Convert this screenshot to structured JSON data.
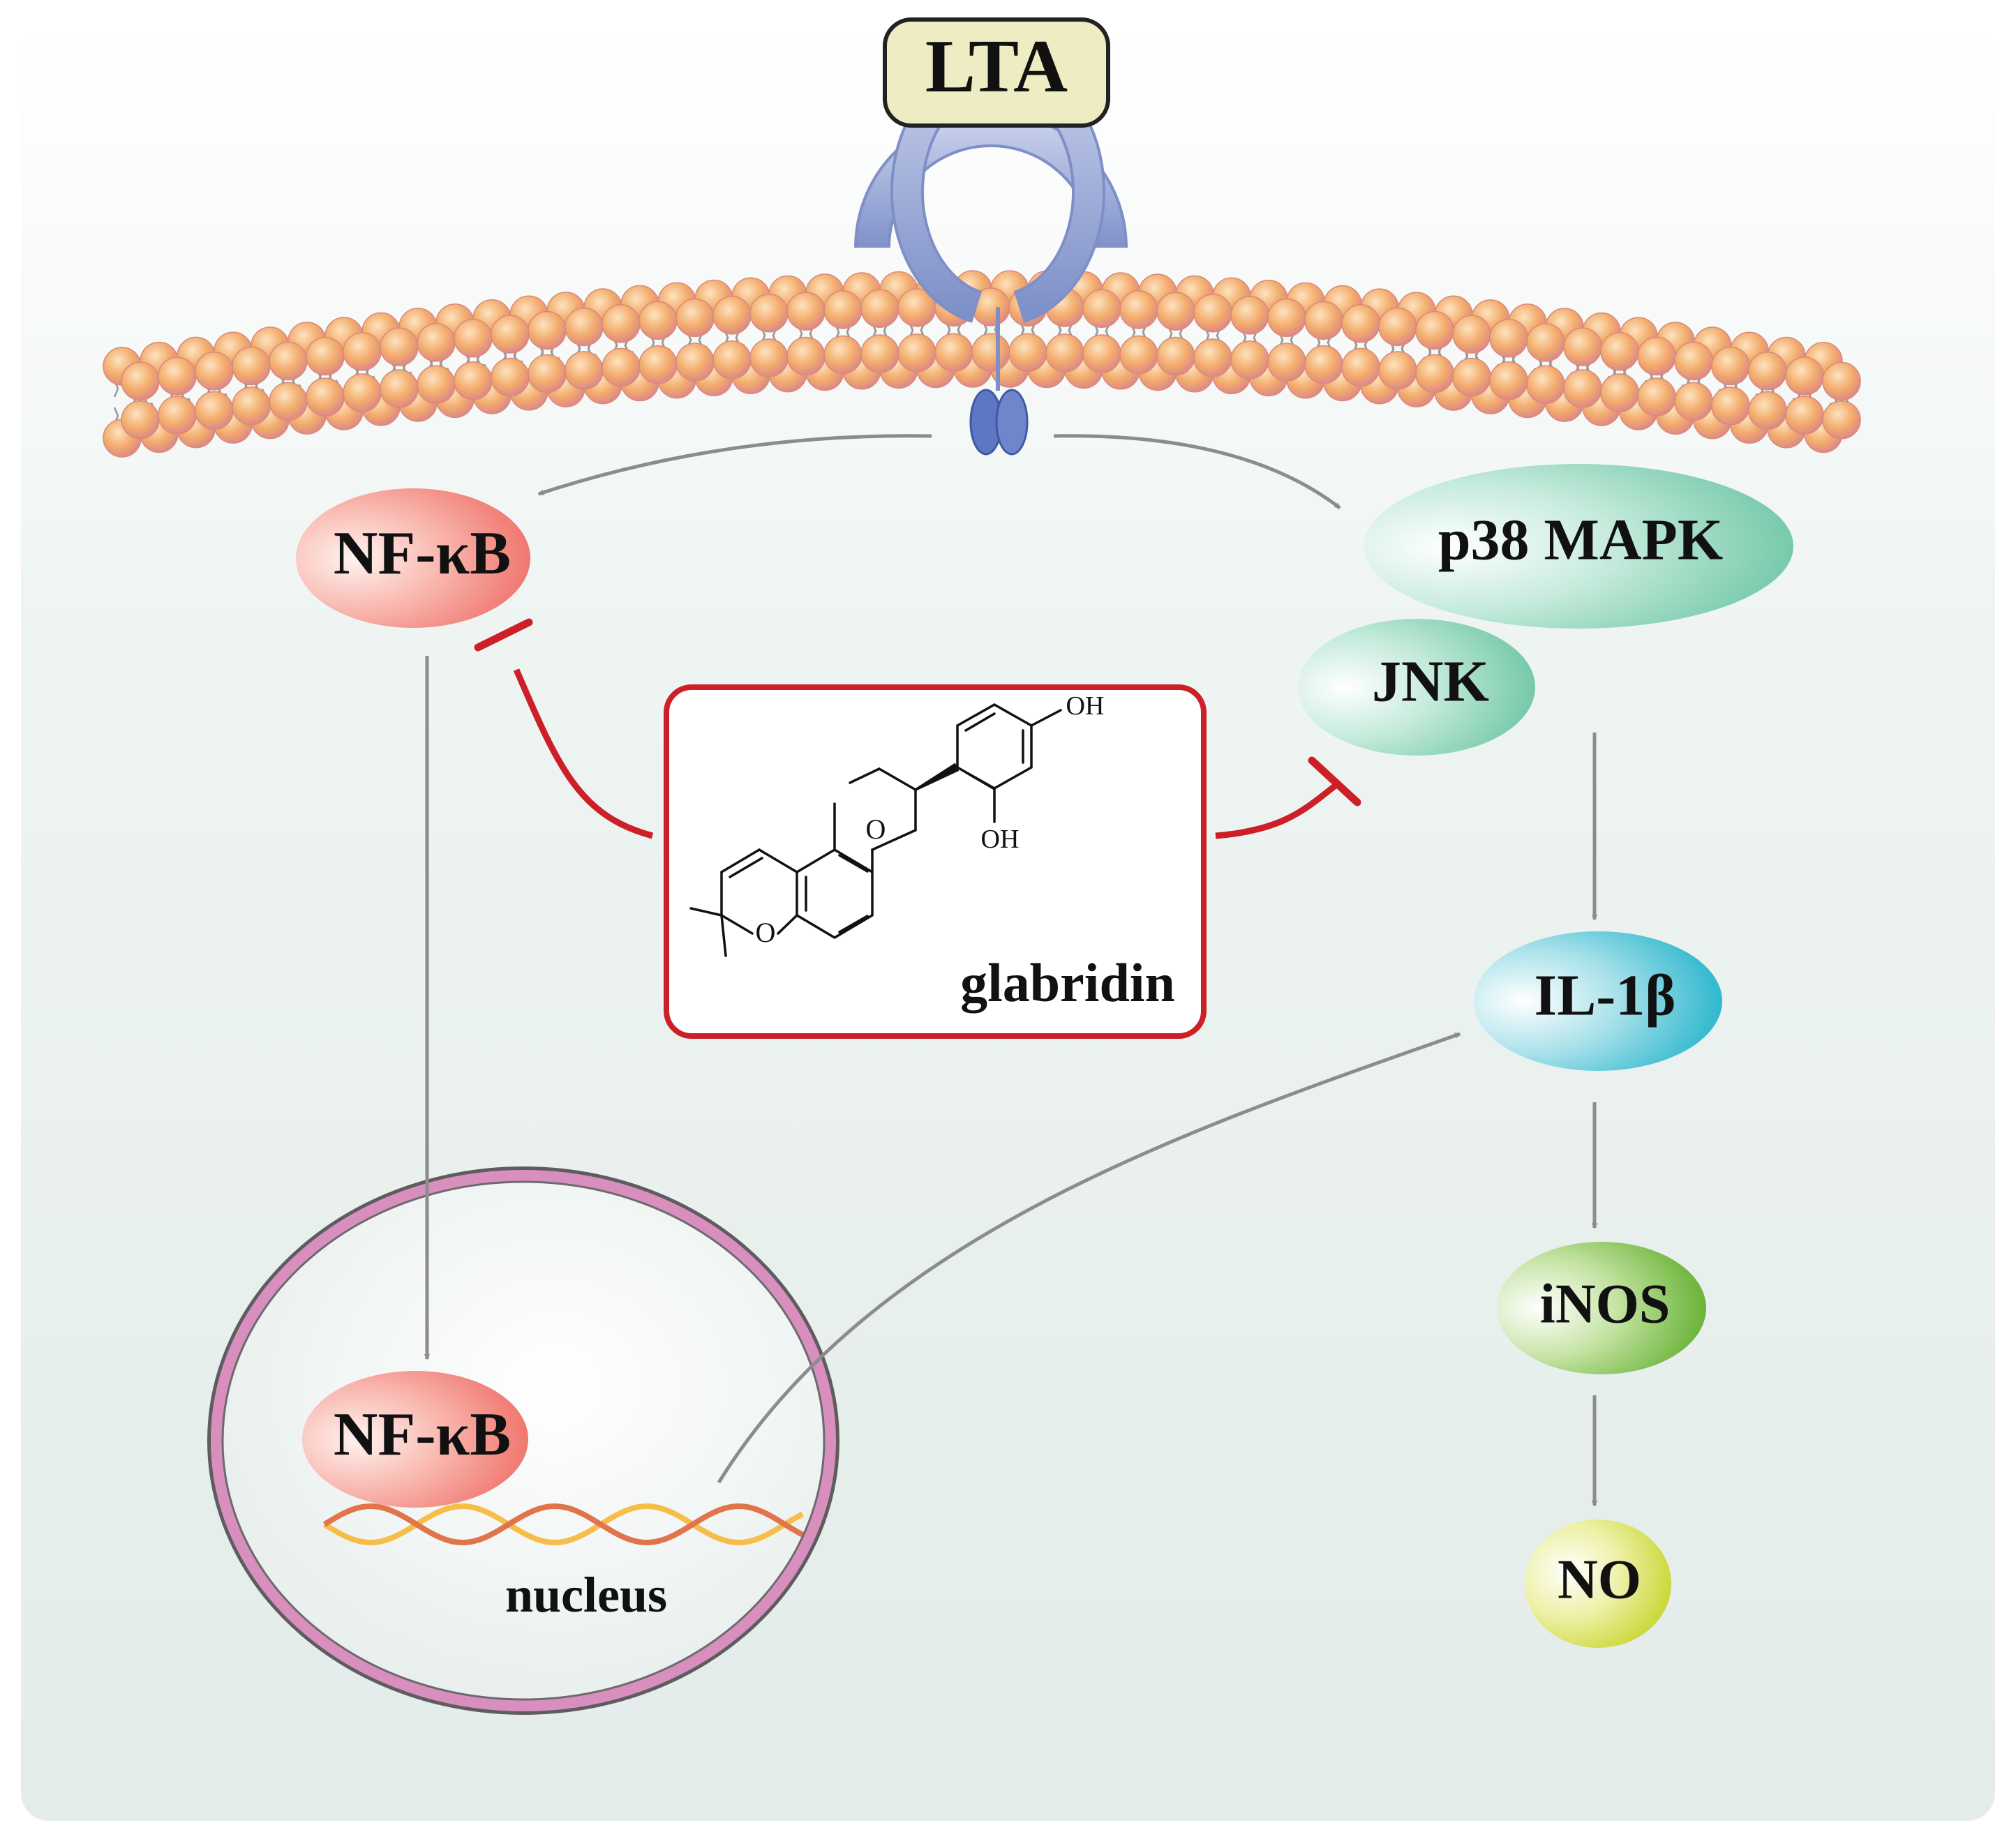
{
  "labels": {
    "lta": "LTA",
    "nfkb_cytoplasm": "NF-κB",
    "p38": "p38 MAPK",
    "jnk": "JNK",
    "il1b": "IL-1β",
    "inos": "iNOS",
    "no": "NO",
    "nfkb_nucleus": "NF-κB",
    "nucleus": "nucleus",
    "compound": "glabridin",
    "oh_top": "OH",
    "oh_bottom": "OH",
    "ring_o_upper": "O",
    "ring_o_lower": "O"
  },
  "colors": {
    "background": "#e8efee",
    "lipid_head": "#f1a96c",
    "receptor": "#8f9fd0",
    "inhibitor": "#cc1f28",
    "arrow": "#8c8c8c",
    "nfkb": "#f07a72",
    "p38": "#72c9a9",
    "jnk": "#74c8a6",
    "il1b": "#34bcd0",
    "inos": "#6fb63a",
    "no": "#c8d72a",
    "nucleus_membrane": "#d98fbe",
    "lta_box": "#eeecc3"
  }
}
